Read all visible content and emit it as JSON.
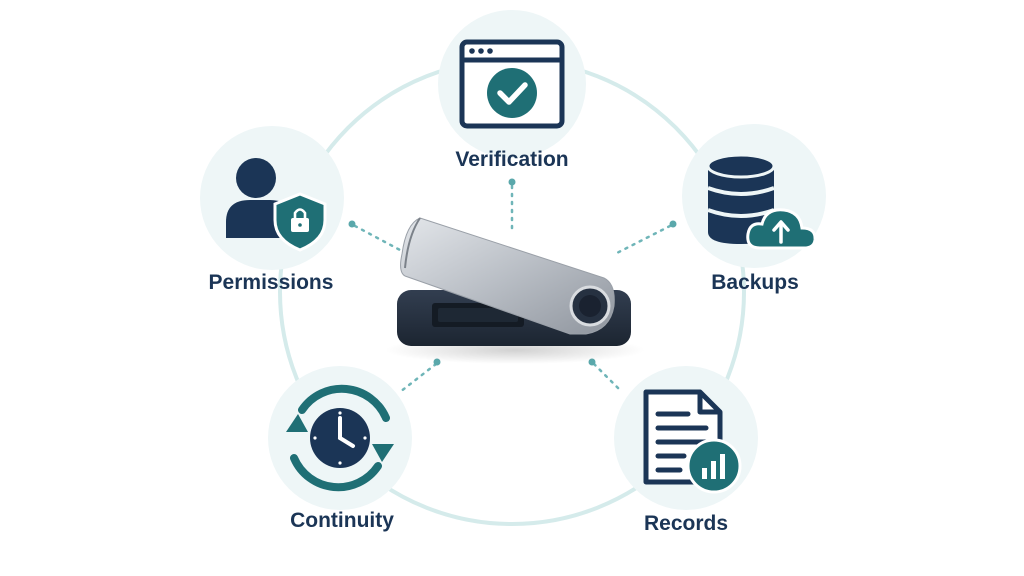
{
  "nodes": [
    {
      "id": "verification",
      "label": "Verification",
      "icon": "browser-check-icon"
    },
    {
      "id": "backups",
      "label": "Backups",
      "icon": "database-cloud-upload-icon"
    },
    {
      "id": "records",
      "label": "Records",
      "icon": "document-chart-icon"
    },
    {
      "id": "continuity",
      "label": "Continuity",
      "icon": "clock-cycle-icon"
    },
    {
      "id": "permissions",
      "label": "Permissions",
      "icon": "user-shield-icon"
    }
  ],
  "center": {
    "icon": "hardware-wallet-icon"
  },
  "colors": {
    "navy": "#1b3556",
    "teal": "#1f6f75",
    "circle_fill": "#eef6f7",
    "ring": "#d5ebeb",
    "connector": "#6fb5b8",
    "device_body": "#273242",
    "device_swivel": "#c3c7cd"
  }
}
